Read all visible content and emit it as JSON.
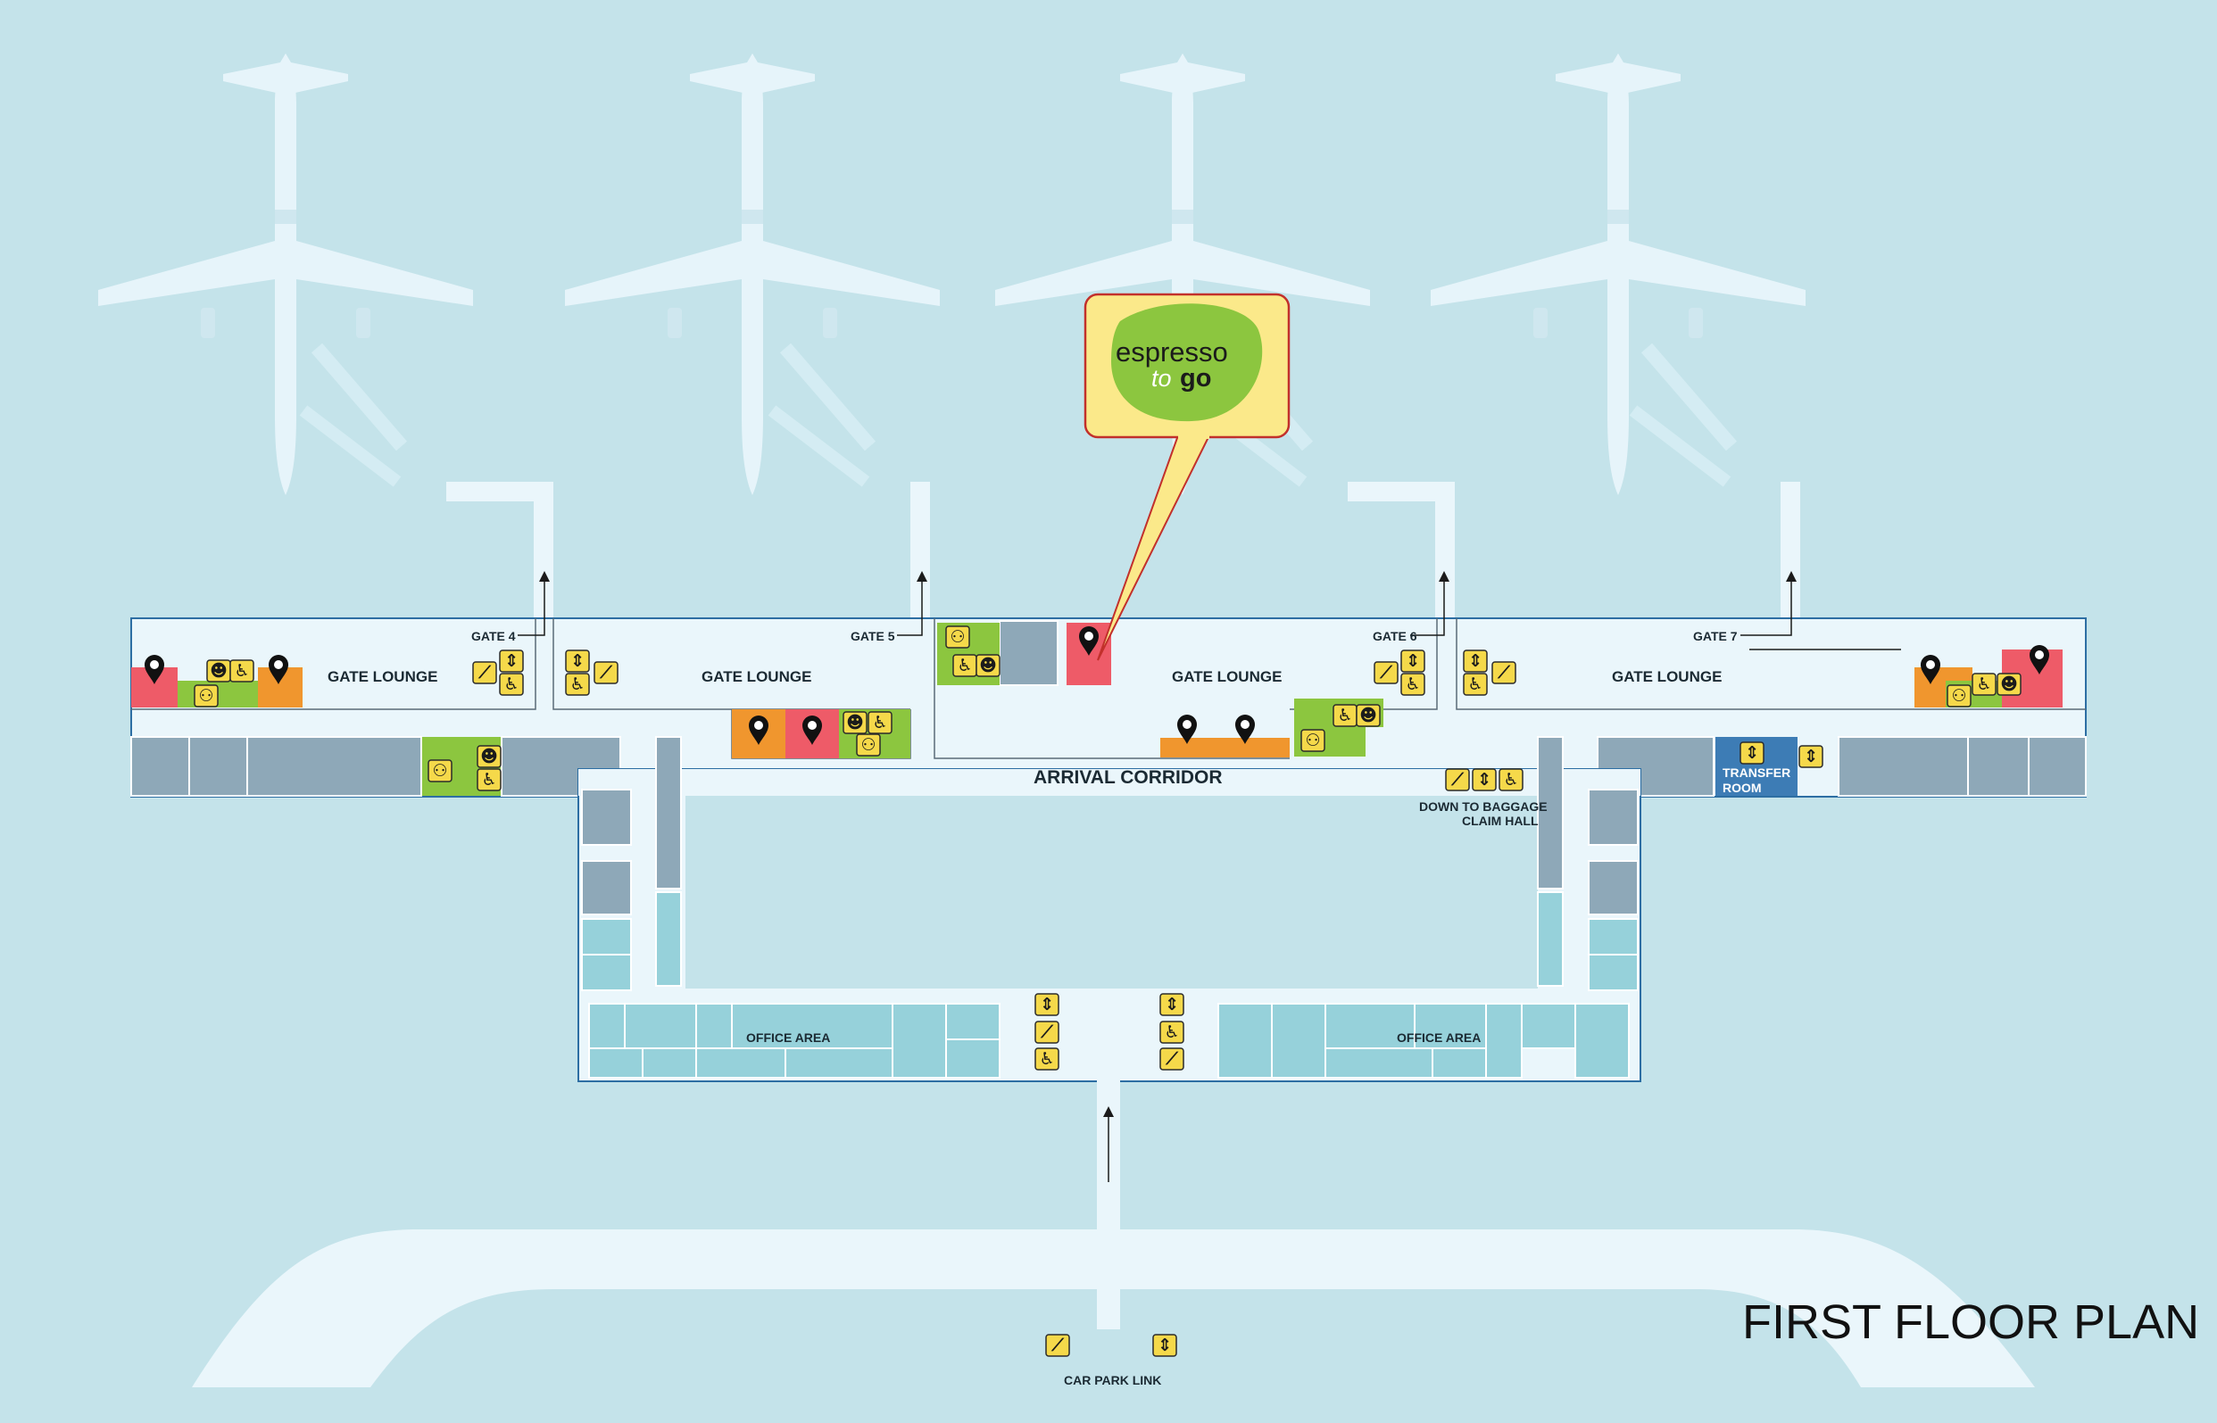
{
  "title": "FIRST FLOOR PLAN",
  "callout": {
    "brand_line1": "espresso",
    "brand_to": "to",
    "brand_go": "go"
  },
  "gates": [
    "GATE 4",
    "GATE 5",
    "GATE 6",
    "GATE 7"
  ],
  "lounge_label": "GATE LOUNGE",
  "arrival_corridor": "ARRIVAL CORRIDOR",
  "baggage": {
    "line1": "DOWN TO BAGGAGE",
    "line2": "CLAIM HALL"
  },
  "transfer": {
    "line1": "TRANSFER",
    "line2": "ROOM"
  },
  "office_area": "OFFICE AREA",
  "car_park_link": "CAR PARK LINK",
  "colors": {
    "background": "#c4e3ea",
    "corridor": "#eaf6fb",
    "plane": "#e6f4fa",
    "outline": "#2d6ea3",
    "wall_block": "#8ea8b8",
    "office": "#96d1da",
    "food": "#ee5b68",
    "shop": "#f0962e",
    "restroom": "#8cc63f",
    "transfer": "#3d7cb5",
    "callout": "#fbe98a",
    "facility_icon": "#f5d94a"
  },
  "icons": {
    "escalator": "escalator-icon",
    "elevator": "elevator-icon",
    "toilets": "restroom-icon",
    "accessible": "wheelchair-icon",
    "baby": "baby-change-icon",
    "food_pin": "restaurant-pin-icon",
    "shop_pin": "shopping-pin-icon",
    "arrow": "direction-arrow-icon"
  }
}
